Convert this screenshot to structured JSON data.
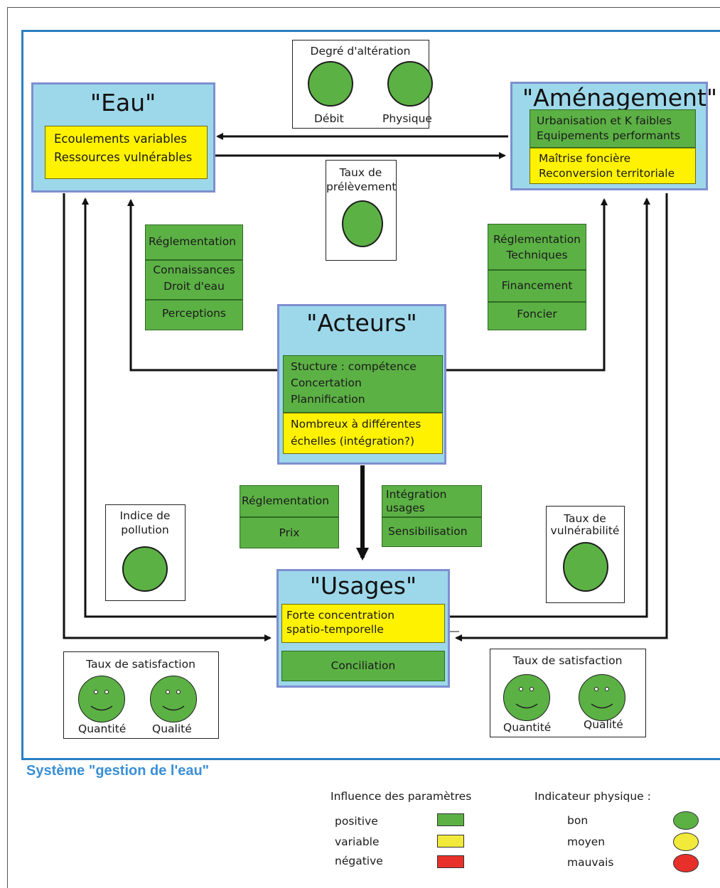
{
  "eau": {
    "title": "\"Eau\"",
    "lines": [
      "Ecoulements variables",
      "Ressources vulnérables"
    ]
  },
  "amenagement": {
    "title": "\"Aménagement\"",
    "green_lines": [
      "Urbanisation et K faibles",
      "Equipements performants"
    ],
    "yellow_lines": [
      "Maîtrise foncière",
      "Reconversion territoriale"
    ]
  },
  "acteurs": {
    "title": "\"Acteurs\"",
    "green_lines": [
      "Stucture : compétence",
      "Concertation",
      "Plannification"
    ],
    "yellow_lines": [
      "Nombreux à différentes",
      "échelles (intégration?)"
    ]
  },
  "usages": {
    "title": "\"Usages\"",
    "yellow_lines": [
      "Forte concentration",
      "spatio-temporelle"
    ],
    "green_label": "Conciliation"
  },
  "alteration": {
    "title": "Degré d'altération",
    "left": "Débit",
    "right": "Physique"
  },
  "prelevement": {
    "line1": "Taux de",
    "line2": "prélèvement"
  },
  "pollution": {
    "line1": "Indice de",
    "line2": "pollution"
  },
  "vulnerabilite": {
    "line1": "Taux de",
    "line2": "vulnérabilité"
  },
  "left_factors": {
    "a": "Réglementation",
    "b1": "Connaissances",
    "b2": "Droit d'eau",
    "c": "Perceptions"
  },
  "right_factors": {
    "a1": "Réglementation",
    "a2": "Techniques",
    "b": "Financement",
    "c": "Foncier"
  },
  "mid_left_factors": {
    "a": "Réglementation",
    "b": "Prix"
  },
  "mid_right_factors": {
    "a1": "Intégration",
    "a2": "usages",
    "b": "Sensibilisation"
  },
  "satisfaction_left": {
    "title": "Taux de satisfaction",
    "left": "Quantité",
    "right": "Qualité"
  },
  "satisfaction_right": {
    "title": "Taux de satisfaction",
    "left": "Quantité",
    "right": "Qualité"
  },
  "caption": "Système \"gestion de l'eau\"",
  "legend": {
    "influence_title": "Influence des paramètres",
    "influence_items": [
      "positive",
      "variable",
      "négative"
    ],
    "indicator_title": "Indicateur physique :",
    "indicator_items": [
      "bon",
      "moyen",
      "mauvais"
    ],
    "colors": {
      "green": "#5cb145",
      "yellow": "#fff200",
      "red": "#e8302a",
      "light_yellow": "#f2ea3a",
      "accent_blue": "#2a7fc4",
      "cyan": "#9dd8ea"
    }
  }
}
